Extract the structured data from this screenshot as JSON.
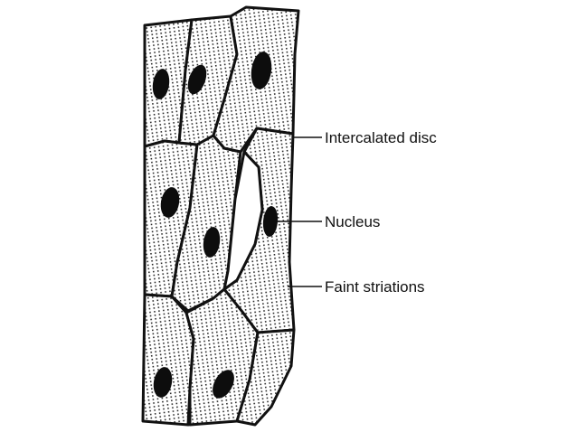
{
  "labels": {
    "intercalated_disc": "Intercalated disc",
    "nucleus": "Nucleus",
    "faint_striations": "Faint striations"
  },
  "colors": {
    "line": "#111111",
    "nucleus": "#0d0d0d",
    "background": "#ffffff"
  }
}
